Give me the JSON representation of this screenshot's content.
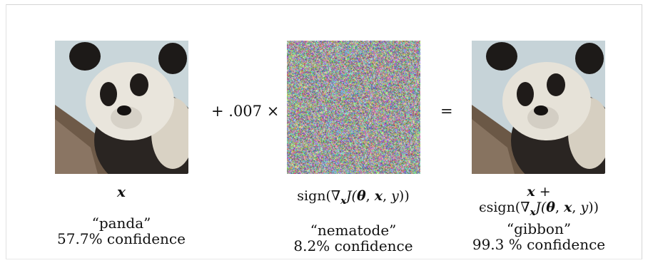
{
  "panels": [
    {
      "symbol": "x",
      "label": "“panda”",
      "confidence": "57.7% confidence"
    },
    {
      "formula_parts": [
        "sign(",
        "∇",
        "x",
        "J(",
        "θ",
        ", ",
        "x",
        ", ",
        "y",
        "))"
      ],
      "label": "“nematode”",
      "confidence": "8.2% confidence"
    },
    {
      "line1_symbol": "x",
      "line1_op": " +",
      "line2_parts": [
        "ϵsign(",
        "∇",
        "x",
        "J(",
        "θ",
        ", ",
        "x",
        ", ",
        "y",
        "))"
      ],
      "label": "“gibbon”",
      "confidence": "99.3 % confidence"
    }
  ],
  "operators": {
    "multiply": "+ .007 ×",
    "equals": "="
  }
}
